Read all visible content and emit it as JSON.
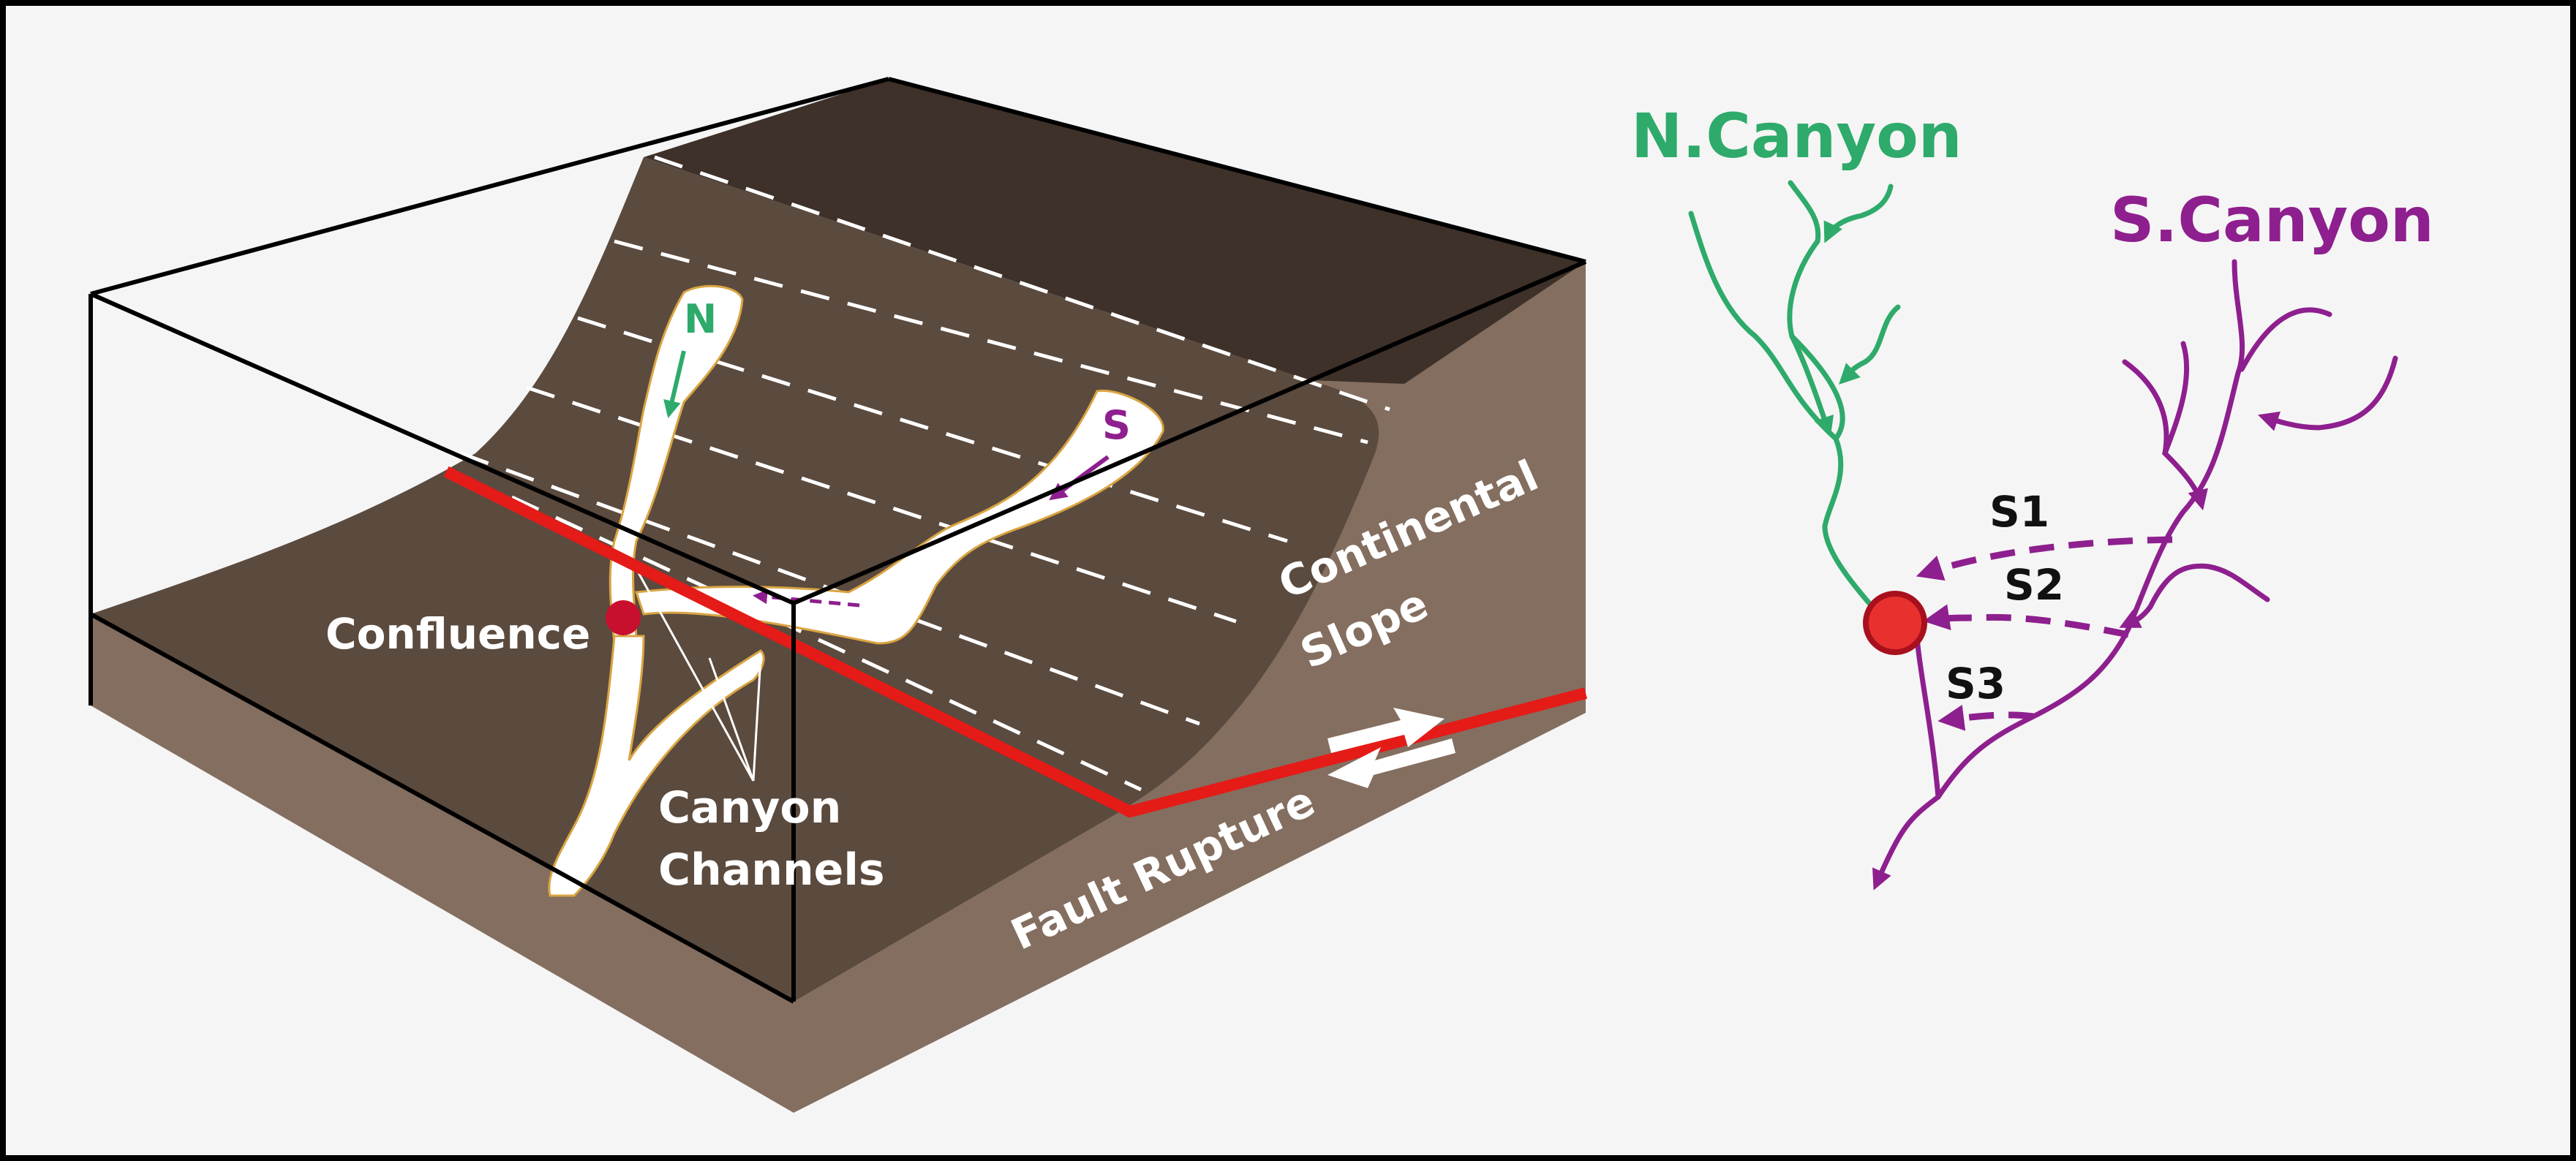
{
  "block_diagram": {
    "labels": {
      "north": "N",
      "south": "S",
      "confluence": "Confluence",
      "canyon_channels_1": "Canyon",
      "canyon_channels_2": "Channels",
      "continental_slope_1": "Continental",
      "continental_slope_2": "Slope",
      "fault_rupture": "Fault Rupture"
    }
  },
  "network_diagram": {
    "labels": {
      "n_canyon": "N.Canyon",
      "s_canyon": "S.Canyon",
      "s1": "S1",
      "s2": "S2",
      "s3": "S3"
    }
  },
  "colors": {
    "border": "#000000",
    "background": "#f5f5f5",
    "slope_dark": "#5b4a3e",
    "slope_darker": "#3e3129",
    "side_face": "#846e60",
    "channel": "#ffffff",
    "fault": "#e41b17",
    "confluence_dot": "#c8102e",
    "north_green": "#2eaa6b",
    "south_purple": "#8e1f8e",
    "label_black": "#111111"
  }
}
